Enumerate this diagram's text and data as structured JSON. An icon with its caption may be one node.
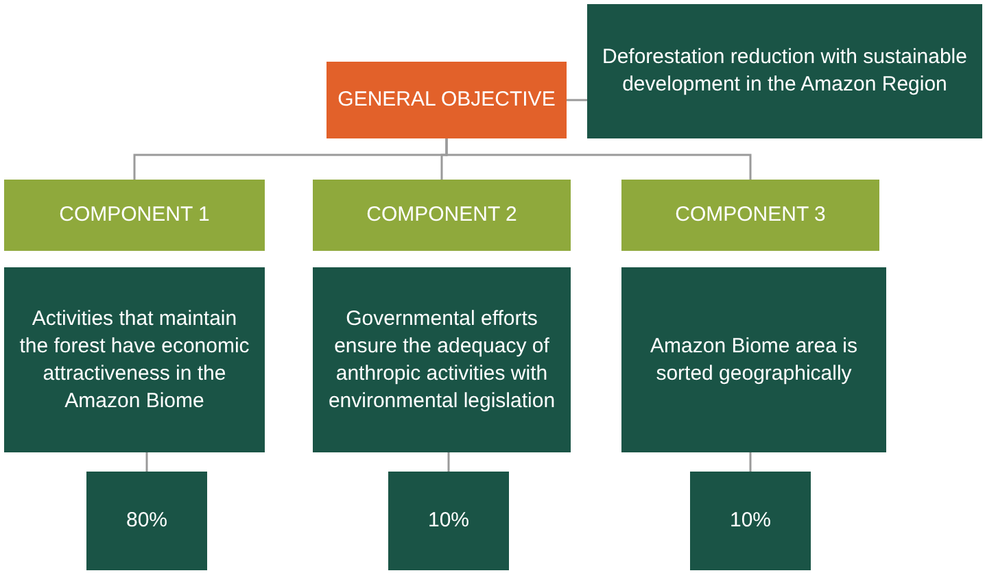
{
  "diagram": {
    "nodes": [
      {
        "text": [
          "GENERAL OBJECTIVE"
        ]
      },
      {
        "text": [
          "Deforestation reduction with sustainable development in the Amazon Region"
        ]
      },
      {
        "text": [
          "COMPONENT 1"
        ]
      },
      {
        "text": [
          "COMPONENT 2"
        ]
      },
      {
        "text": [
          "COMPONENT 3"
        ]
      },
      {
        "text": [
          "Activities that maintain the forest have economic attractiveness in the Amazon Biome"
        ]
      },
      {
        "text": [
          "Governmental efforts ensure the adequacy of anthropic activities with environmental legislation"
        ]
      },
      {
        "text": [
          "Amazon Biome area is sorted geographically"
        ]
      },
      {
        "text": [
          "80%"
        ]
      },
      {
        "text": [
          "10%"
        ]
      },
      {
        "text": [
          "10%"
        ]
      }
    ],
    "edges": [
      {
        "from": 0,
        "to": 1,
        "arrow": "none"
      },
      {
        "from": 0,
        "to": 2,
        "arrow": "none"
      },
      {
        "from": 0,
        "to": 3,
        "arrow": "none"
      },
      {
        "from": 0,
        "to": 4,
        "arrow": "none"
      },
      {
        "from": 5,
        "to": 8,
        "arrow": "none"
      },
      {
        "from": 6,
        "to": 9,
        "arrow": "none"
      },
      {
        "from": 7,
        "to": 10,
        "arrow": "none"
      }
    ]
  }
}
